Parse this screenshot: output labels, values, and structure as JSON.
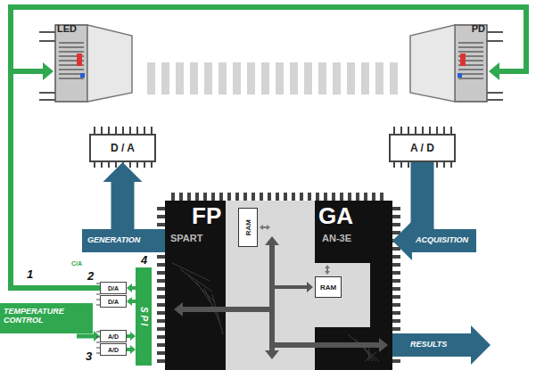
{
  "diagram": {
    "nodes": [
      {
        "text": [
          "LED"
        ]
      },
      {
        "text": [
          "PD"
        ]
      },
      {
        "text": [
          "D / A"
        ]
      },
      {
        "text": [
          "A / D"
        ]
      },
      {
        "text": [
          "FP",
          "GA",
          "SPART",
          "AN-3E"
        ]
      },
      {
        "text": [
          "RAM"
        ],
        "in": 4
      },
      {
        "text": [
          "RAM"
        ],
        "in": 4
      },
      {
        "text": [
          "D/A"
        ]
      },
      {
        "text": [
          "D/A"
        ]
      },
      {
        "text": [
          "A/D"
        ]
      },
      {
        "text": [
          "A/D"
        ]
      },
      {
        "text": [
          "S P I"
        ]
      }
    ],
    "edges": [
      {
        "from": 4,
        "to": 2,
        "arrow": "to",
        "label": "GENERATION"
      },
      {
        "from": 3,
        "to": 4,
        "arrow": "to",
        "label": "ACQUISITION"
      },
      {
        "from": 11,
        "to": 7,
        "arrow": "to"
      },
      {
        "from": 11,
        "to": 8,
        "arrow": "to"
      },
      {
        "from": 9,
        "to": 11,
        "arrow": "to"
      },
      {
        "from": 10,
        "to": 11,
        "arrow": "to"
      },
      {
        "from": 7,
        "to": 0,
        "arrow": "to"
      },
      {
        "from": 7,
        "to": 1,
        "arrow": "to"
      }
    ],
    "labels": [
      "1",
      "2",
      "3",
      "4",
      "C/A",
      "TEMPERATURE CONTROL",
      "RESULTS"
    ]
  }
}
